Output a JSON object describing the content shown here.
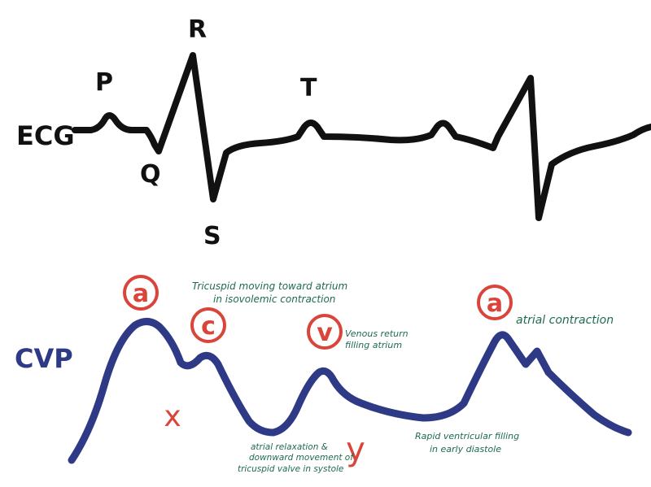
{
  "colors": {
    "ecg": "#111111",
    "cvp": "#2e3a86",
    "marker": "#d9443b",
    "note": "#1f6b4e",
    "background": "#ffffff"
  },
  "ecg": {
    "label": "ECG",
    "waves": {
      "p": "P",
      "q": "Q",
      "r": "R",
      "s": "S",
      "t": "T"
    }
  },
  "cvp": {
    "label": "CVP",
    "waves": {
      "a1": "a",
      "c": "c",
      "v": "v",
      "a2": "a",
      "x": "x",
      "y": "y"
    },
    "notes": {
      "c_line1": "Tricuspid moving toward atrium",
      "c_line2": "in isovolemic contraction",
      "v_line1": "Venous return",
      "v_line2": "filling atrium",
      "a2": "atrial contraction",
      "x_line1": "atrial relaxation &",
      "x_line2": "downward movement of",
      "x_line3": "tricuspid valve in systole",
      "y_line1": "Rapid ventricular filling",
      "y_line2": "in early diastole"
    }
  }
}
